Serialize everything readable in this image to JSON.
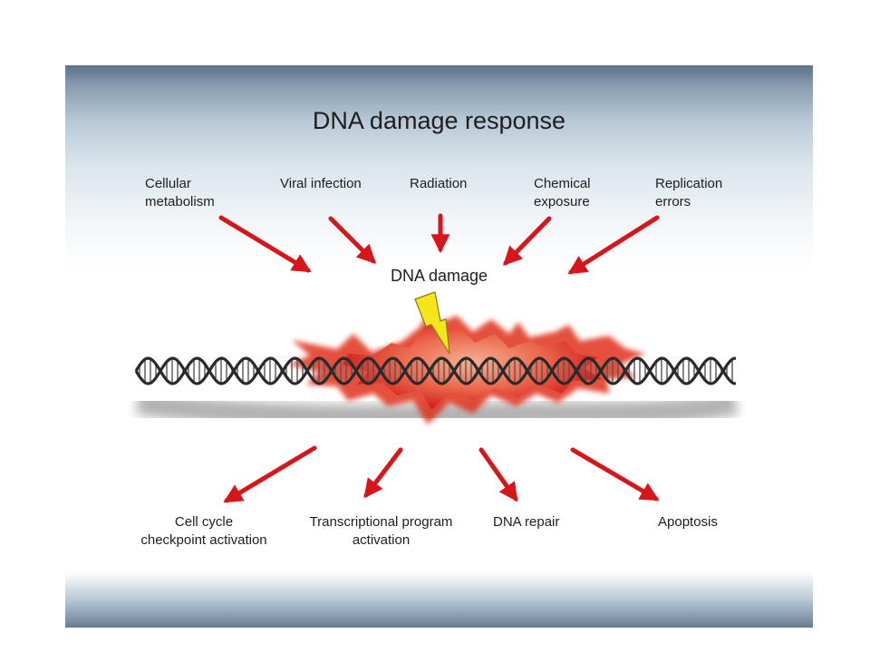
{
  "title": "DNA damage response",
  "center_label": "DNA damage",
  "causes": [
    {
      "label": "Cellular\nmetabolism"
    },
    {
      "label": "Viral infection"
    },
    {
      "label": "Radiation"
    },
    {
      "label": "Chemical\nexposure"
    },
    {
      "label": "Replication\nerrors"
    }
  ],
  "responses": [
    {
      "label": "Cell cycle\ncheckpoint activation"
    },
    {
      "label": "Transcriptional program\nactivation"
    },
    {
      "label": "DNA repair"
    },
    {
      "label": "Apoptosis"
    }
  ],
  "colors": {
    "arrow": "#d7161b",
    "burst": "#e8432e",
    "lightning": "#f5e51a",
    "dna": "#2a2a2a"
  },
  "icons": {
    "damage_marker": "lightning-bolt-icon"
  }
}
